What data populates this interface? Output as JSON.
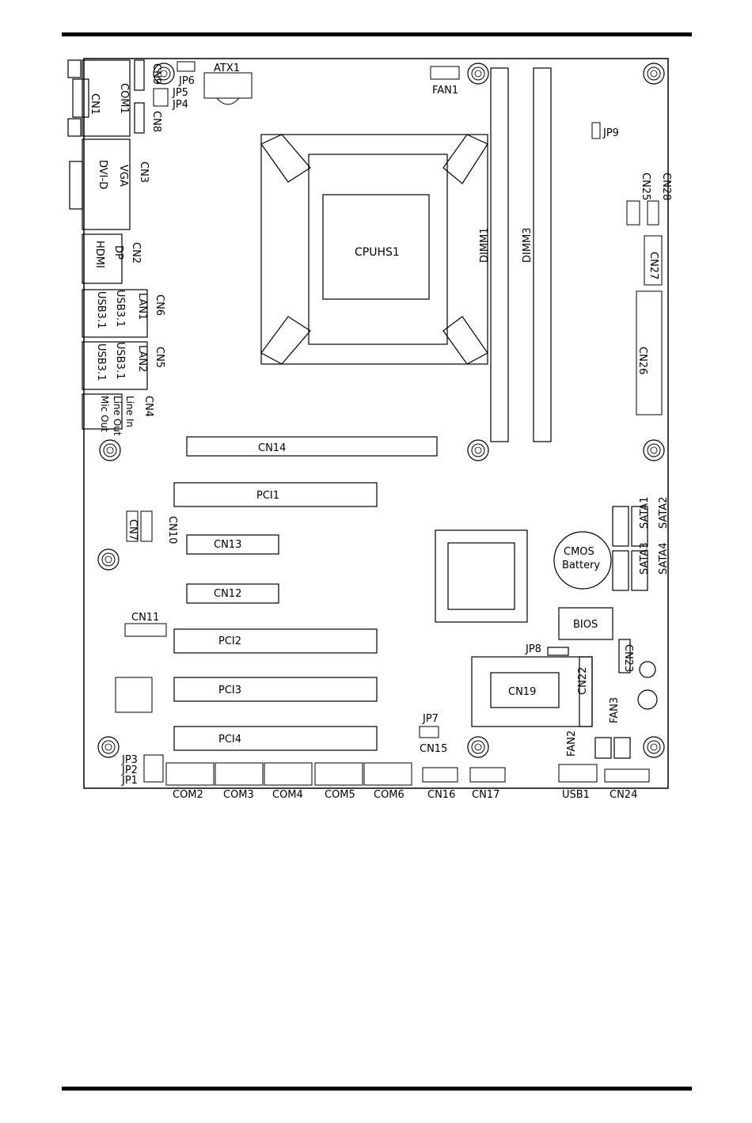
{
  "labels": {
    "atx1": "ATX1",
    "jp6": "JP6",
    "jp5": "JP5",
    "jp4": "JP4",
    "cn9": "CN9",
    "cn8": "CN8",
    "cn1": "CN1",
    "com1": "COM1",
    "fan1": "FAN1",
    "jp9": "JP9",
    "cn3": "CN3",
    "vga": "VGA",
    "dvid": "DVI-D",
    "cn2": "CN2",
    "dp": "DP",
    "hdmi": "HDMI",
    "cn6": "CN6",
    "lan1": "LAN1",
    "usb31a": "USB3.1",
    "usb31b": "USB3.1",
    "cn5": "CN5",
    "lan2": "LAN2",
    "usb31c": "USB3.1",
    "usb31d": "USB3.1",
    "cn4": "CN4",
    "linein": "Line In",
    "lineout": "Line Out",
    "micout": "Mic Out",
    "cpuhs1": "CPUHS1",
    "dimm1": "DIMM1",
    "dimm3": "DIMM3",
    "cn25": "CN25",
    "cn28": "CN28",
    "cn27": "CN27",
    "cn26": "CN26",
    "cn14": "CN14",
    "pci1": "PCI1",
    "cn10": "CN10",
    "cn7": "CN7",
    "cn13": "CN13",
    "cn12": "CN12",
    "cn11": "CN11",
    "pci2": "PCI2",
    "pci3": "PCI3",
    "pci4": "PCI4",
    "cmos1": "CMOS",
    "cmos2": "Battery",
    "sata1": "SATA1",
    "sata2": "SATA2",
    "sata3": "SATA3",
    "sata4": "SATA4",
    "bios": "BIOS",
    "jp8": "JP8",
    "cn23": "CN23",
    "cn19": "CN19",
    "cn22": "CN22",
    "fan2": "FAN2",
    "fan3": "FAN3",
    "jp7": "JP7",
    "cn15": "CN15",
    "jp3": "JP3",
    "jp2": "JP2",
    "jp1": "JP1",
    "com2": "COM2",
    "com3": "COM3",
    "com4": "COM4",
    "com5": "COM5",
    "com6": "COM6",
    "cn16": "CN16",
    "cn17": "CN17",
    "usb1": "USB1",
    "cn24": "CN24"
  }
}
